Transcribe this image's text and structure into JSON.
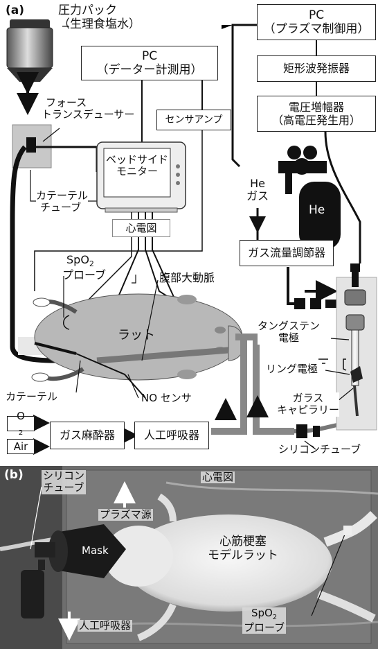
{
  "panel_a": {
    "label": "(a)",
    "pressure_pack": [
      "圧力パック",
      "（生理食塩水）"
    ],
    "force_transducer": [
      "フォース",
      "トランスデューサー"
    ],
    "pc_measure": [
      "PC",
      "（データー計測用）"
    ],
    "sensor_amp": "センサアンプ",
    "monitor": [
      "ベッドサイド",
      "モニター"
    ],
    "catheter_tube": [
      "カテーテル",
      "チューブ"
    ],
    "ecg": "心電図",
    "pc_plasma": [
      "PC",
      "（プラズマ制御用）"
    ],
    "square_wave": "矩形波発振器",
    "voltage_amp": [
      "電圧増幅器",
      "（高電圧発生用）"
    ],
    "he_gas": [
      "He",
      "ガス"
    ],
    "he_tank": "He",
    "gas_flow": "ガス流量調節器",
    "spo2_probe": {
      "line1_main": "SpO",
      "line1_sub": "2",
      "line2": "プローブ"
    },
    "aorta": "腹部大動脈",
    "rat": "ラット",
    "tungsten": [
      "タングステン",
      "電極"
    ],
    "ring_electrode": "リング電極",
    "glass_capillary": [
      "ガラス",
      "キャピラリー"
    ],
    "catheter": "カテーテル",
    "no_sensor": "NO センサ",
    "o2": {
      "main": "O",
      "sub": "2"
    },
    "air": "Air",
    "gas_anesthesia": "ガス麻酔器",
    "ventilator": "人工呼吸器",
    "silicon_tube": "シリコンチューブ"
  },
  "panel_b": {
    "label": "(b)",
    "silicon_tube": [
      "シリコン",
      "チューブ"
    ],
    "plasma_source": "プラズマ源",
    "ecg": "心電図",
    "mask": "Mask",
    "rat_model": [
      "心筋梗塞",
      "モデルラット"
    ],
    "ventilator": "人工呼吸器",
    "spo2_probe": {
      "line1_main": "SpO",
      "line1_sub": "2",
      "line2": "プローブ"
    }
  }
}
